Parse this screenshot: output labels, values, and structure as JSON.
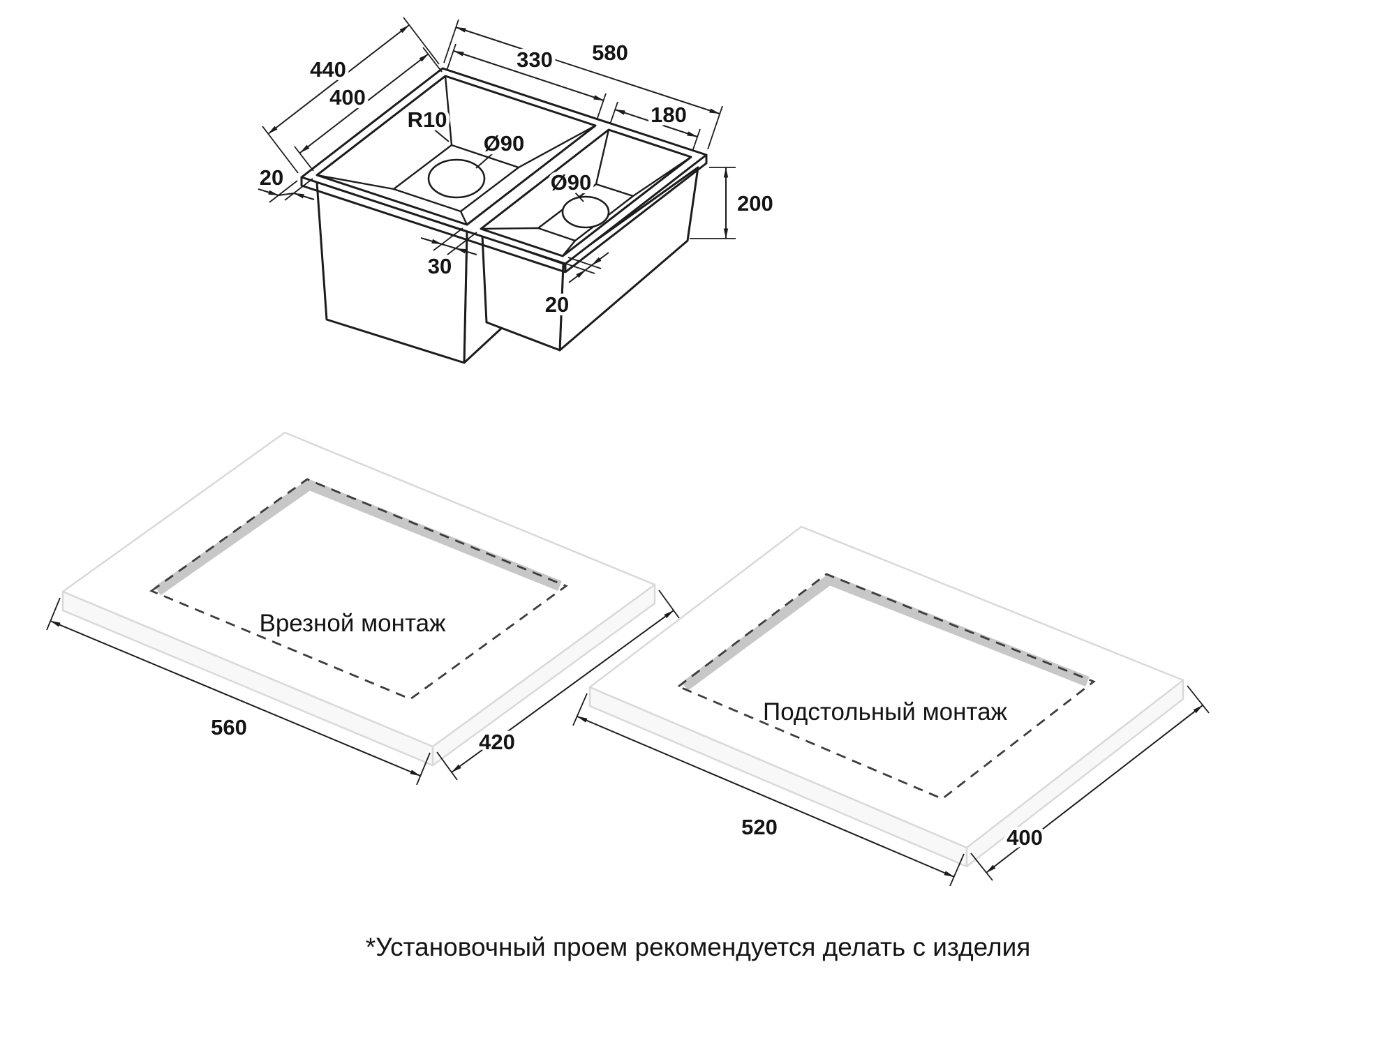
{
  "page": {
    "footnote": "*Установочный проем рекомендуется делать с изделия",
    "colors": {
      "line": "#1c1c1c",
      "dashed_cutout": "#3d3d3d",
      "slab_edge": "#d9d9d9",
      "cut_band": "#c7c7c7"
    }
  },
  "sink": {
    "dim_total_width": "580",
    "dim_main_bowl_width": "330",
    "dim_small_bowl_width": "180",
    "dim_outer_depth": "440",
    "dim_inner_depth": "400",
    "dim_corner_radius": "R10",
    "dim_drain_main": "Ø90",
    "dim_drain_small": "Ø90",
    "dim_rim_left": "20",
    "dim_height": "200",
    "dim_divider_width": "30",
    "dim_rim_front": "20"
  },
  "inset_mount": {
    "label": "Врезной монтаж",
    "dim_cutout_width": "560",
    "dim_cutout_depth": "420"
  },
  "under_mount": {
    "label": "Подстольный монтаж",
    "dim_cutout_width": "520",
    "dim_cutout_depth": "400"
  }
}
